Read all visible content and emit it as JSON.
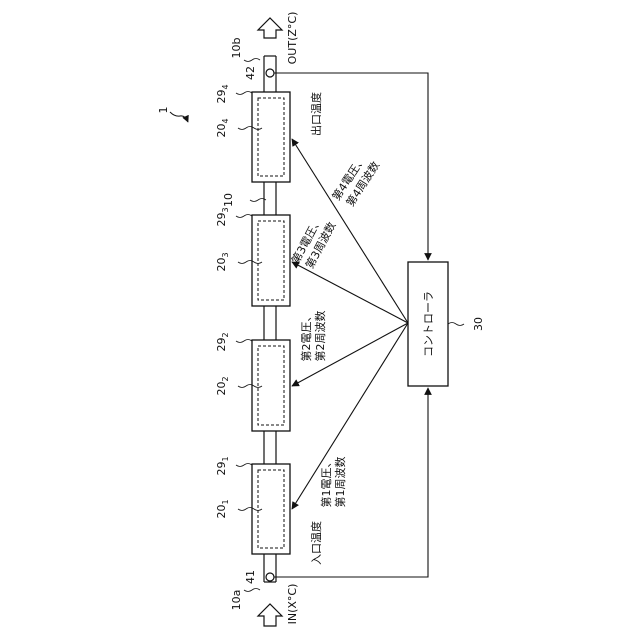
{
  "diagram": {
    "figure_ref": "1",
    "pipe_ref": "10",
    "in_end_ref": "10a",
    "out_end_ref": "10b",
    "in_sensor_ref": "41",
    "out_sensor_ref": "42",
    "in_label": "IN(X°C)",
    "out_label": "OUT(Z°C)",
    "inlet_temp": "入口温度",
    "outlet_temp": "出口温度",
    "controller": {
      "label": "コントローラ",
      "ref": "30"
    },
    "units": [
      {
        "outer_ref": "20",
        "sub": "1",
        "inner_ref": "29",
        "signal_line1": "第1電圧、",
        "signal_line2": "第1周波数"
      },
      {
        "outer_ref": "20",
        "sub": "2",
        "inner_ref": "29",
        "signal_line1": "第2電圧、",
        "signal_line2": "第2周波数"
      },
      {
        "outer_ref": "20",
        "sub": "3",
        "inner_ref": "29",
        "signal_line1": "第3電圧、",
        "signal_line2": "第3周波数"
      },
      {
        "outer_ref": "20",
        "sub": "4",
        "inner_ref": "29",
        "signal_line1": "第4電圧、",
        "signal_line2": "第4周波数"
      }
    ],
    "colors": {
      "stroke": "#111111",
      "background": "#ffffff"
    }
  }
}
